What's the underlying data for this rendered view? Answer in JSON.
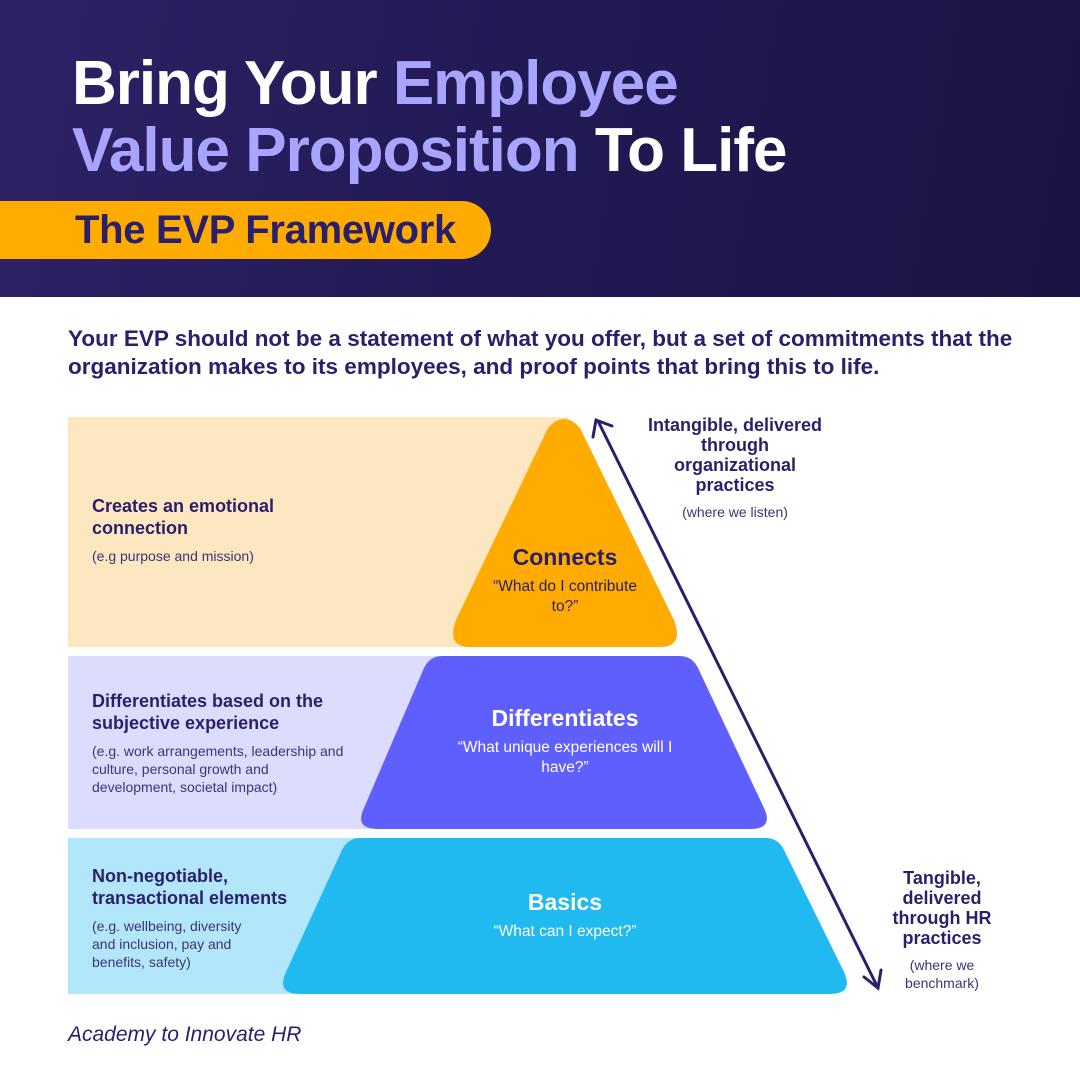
{
  "header": {
    "title_line1_white": "Bring Your ",
    "title_line1_accent": "Employee",
    "title_line2_accent": "Value Proposition",
    "title_line2_white": " To Life",
    "badge": "The EVP Framework"
  },
  "intro": "Your EVP should not be a statement of what you offer, but a set of commitments that the organization makes to its employees, and proof points that bring this to life.",
  "tiers": [
    {
      "name": "Connects",
      "question": "“What do I contribute to?”",
      "side_heading": "Creates an emotional connection",
      "side_detail": "(e.g purpose and mission)",
      "color": "#ffab00",
      "band_color": "#fde7c0"
    },
    {
      "name": "Differentiates",
      "question": "“What unique experiences will I have?”",
      "side_heading": "Differentiates based on the subjective experience",
      "side_detail": "(e.g. work arrangements, leadership and culture, personal growth and development, societal impact)",
      "color": "#5e5ffd",
      "band_color": "#dcdcfc"
    },
    {
      "name": "Basics",
      "question": "“What can I expect?”",
      "side_heading": "Non-negotiable, transactional elements",
      "side_detail": "(e.g. wellbeing, diversity and inclusion, pay and benefits, safety)",
      "color": "#20baf0",
      "band_color": "#b2e6fb"
    }
  ],
  "scale": {
    "top": {
      "heading": "Intangible, delivered through organizational practices",
      "detail": "(where we listen)"
    },
    "bottom": {
      "heading": "Tangible, delivered through HR practices",
      "detail": "(where we benchmark)"
    },
    "arrow_icon": "double-headed-diagonal-arrow"
  },
  "footer": "Academy to Innovate HR",
  "colors": {
    "header_bg": "#241b5a",
    "accent_lavender": "#a9a5ff",
    "badge_orange": "#ffab00",
    "text_navy": "#2a1f6b"
  }
}
